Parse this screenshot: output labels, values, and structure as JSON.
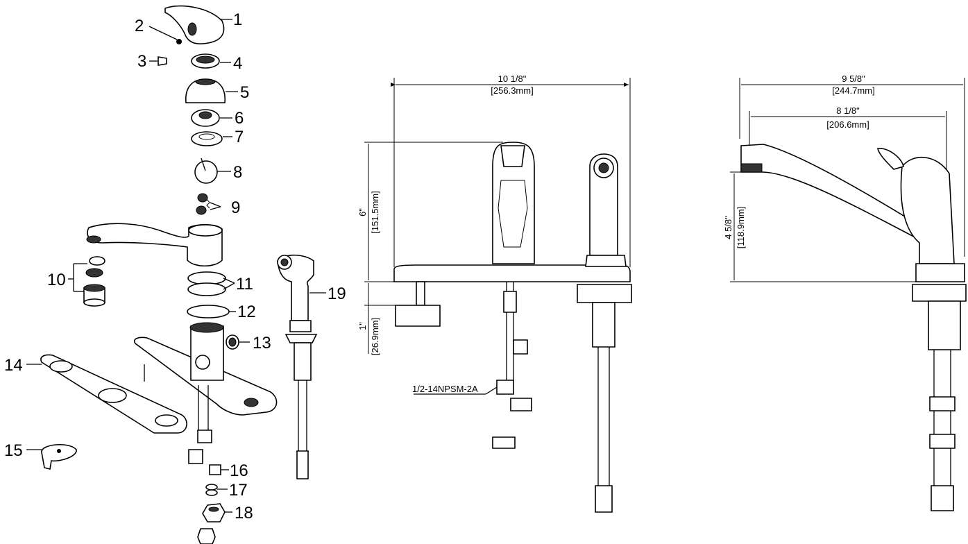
{
  "callouts": [
    "1",
    "2",
    "3",
    "4",
    "5",
    "6",
    "7",
    "8",
    "9",
    "10",
    "11",
    "12",
    "13",
    "14",
    "15",
    "16",
    "17",
    "18",
    "19"
  ],
  "front_view": {
    "width_in": "10 1/8\"",
    "width_mm": "[256.3mm]",
    "height_in": "6\"",
    "height_mm": "[151.5mm]",
    "shank_in": "1\"",
    "shank_mm": "[26.9mm]",
    "thread_label": "1/2-14NPSM-2A"
  },
  "side_view": {
    "width_in": "9 5/8\"",
    "width_mm": "[244.7mm]",
    "reach_in": "8 1/8\"",
    "reach_mm": "[206.6mm]",
    "height_in": "4 5/8\"",
    "height_mm": "[118.9mm]"
  }
}
